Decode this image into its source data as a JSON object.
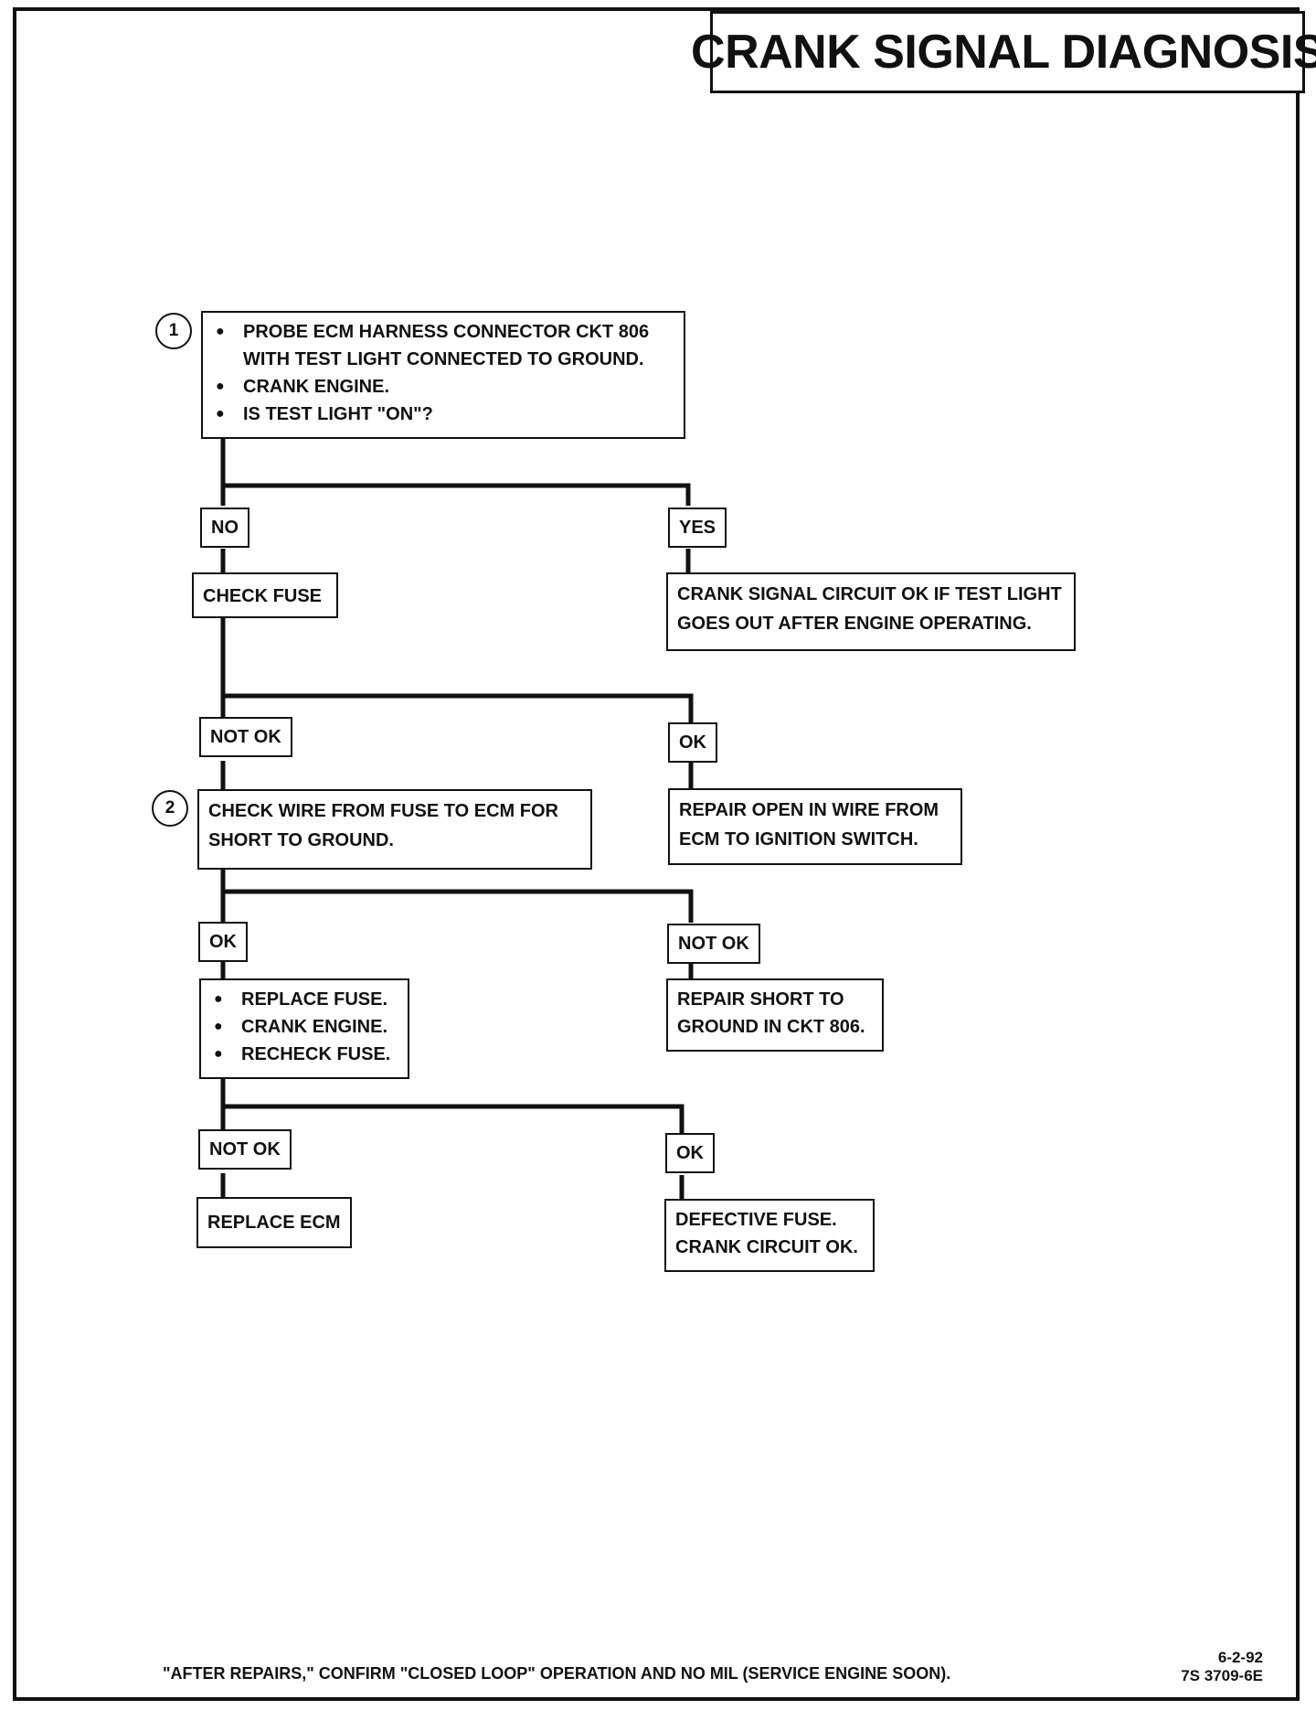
{
  "title": "CRANK SIGNAL DIAGNOSIS",
  "steps": {
    "step1": "1",
    "step2": "2"
  },
  "boxes": {
    "probe": [
      "PROBE ECM HARNESS CONNECTOR CKT 806",
      "WITH TEST LIGHT CONNECTED TO GROUND.",
      "CRANK ENGINE.",
      "IS TEST LIGHT \"ON\"?"
    ],
    "check_fuse": "CHECK FUSE",
    "crank_ok": [
      "CRANK SIGNAL CIRCUIT OK IF TEST LIGHT",
      "GOES OUT AFTER ENGINE OPERATING."
    ],
    "check_wire": [
      "CHECK WIRE FROM FUSE TO ECM FOR",
      "SHORT TO GROUND."
    ],
    "repair_open": [
      "REPAIR OPEN IN WIRE FROM",
      "ECM TO IGNITION SWITCH."
    ],
    "replace_fuse": [
      "REPLACE FUSE.",
      "CRANK ENGINE.",
      "RECHECK FUSE."
    ],
    "repair_short": [
      "REPAIR SHORT TO",
      "GROUND IN CKT 806."
    ],
    "replace_ecm": "REPLACE ECM",
    "defective_fuse": [
      "DEFECTIVE FUSE.",
      "CRANK CIRCUIT OK."
    ]
  },
  "labels": {
    "no": "NO",
    "yes": "YES",
    "not_ok_1": "NOT OK",
    "ok_1": "OK",
    "ok_2": "OK",
    "not_ok_2": "NOT OK",
    "not_ok_3": "NOT OK",
    "ok_3": "OK"
  },
  "footer": {
    "note": "\"AFTER REPAIRS,\" CONFIRM \"CLOSED LOOP\" OPERATION AND NO MIL (SERVICE ENGINE SOON).",
    "date": "6-2-92",
    "doc_number": "7S 3709-6E"
  }
}
